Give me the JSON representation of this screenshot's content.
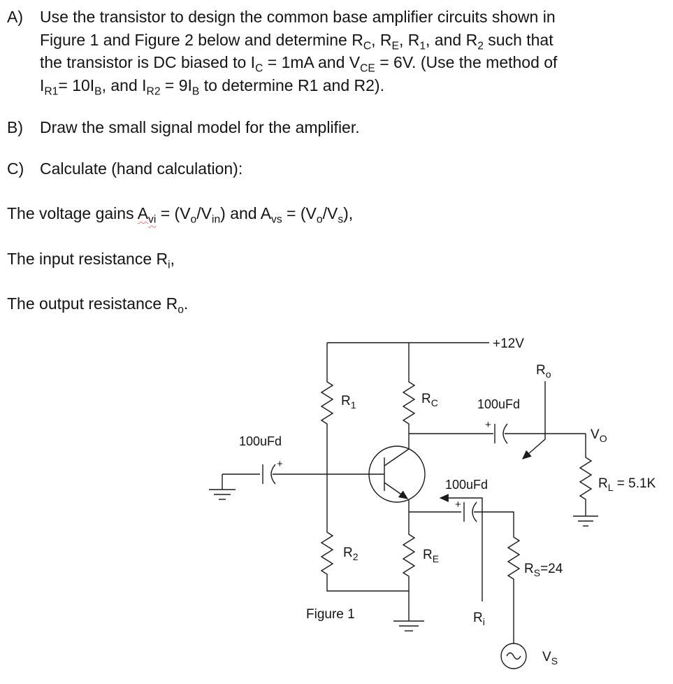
{
  "doc": {
    "items": [
      {
        "marker": "A)",
        "lines": [
          [
            [
              "t",
              "Use the transistor to design the common base amplifier circuits shown in"
            ]
          ],
          [
            [
              "t",
              "Figure 1 and Figure 2 below and determine R"
            ],
            [
              "s",
              "C"
            ],
            [
              "t",
              ", R"
            ],
            [
              "s",
              "E"
            ],
            [
              "t",
              ", R"
            ],
            [
              "s",
              "1"
            ],
            [
              "t",
              ", and R"
            ],
            [
              "s",
              "2"
            ],
            [
              "t",
              " such that"
            ]
          ],
          [
            [
              "t",
              "the transistor is DC biased to I"
            ],
            [
              "s",
              "C"
            ],
            [
              "t",
              " = 1mA and V"
            ],
            [
              "s",
              "CE"
            ],
            [
              "t",
              " = 6V. (Use the method of"
            ]
          ],
          [
            [
              "t",
              "I"
            ],
            [
              "s",
              "R1"
            ],
            [
              "t",
              "= 10I"
            ],
            [
              "s",
              "B"
            ],
            [
              "t",
              ", and I"
            ],
            [
              "s",
              "R2"
            ],
            [
              "t",
              " = 9I"
            ],
            [
              "s",
              "B"
            ],
            [
              "t",
              " to determine R1 and R2)."
            ]
          ]
        ]
      },
      {
        "marker": "B)",
        "lines": [
          [
            [
              "t",
              "Draw the small signal model for the amplifier."
            ]
          ]
        ]
      },
      {
        "marker": "C)",
        "lines": [
          [
            [
              "t",
              "Calculate (hand calculation):"
            ]
          ]
        ]
      }
    ],
    "paragraphs": [
      [
        [
          "t",
          "The voltage gains "
        ],
        [
          "t",
          "A",
          "misspell"
        ],
        [
          "s",
          "vi",
          "misspell"
        ],
        [
          "t",
          " = (V"
        ],
        [
          "s",
          "o"
        ],
        [
          "t",
          "/V"
        ],
        [
          "s",
          "in"
        ],
        [
          "t",
          ") and A"
        ],
        [
          "s",
          "vs"
        ],
        [
          "t",
          " = (V"
        ],
        [
          "s",
          "o"
        ],
        [
          "t",
          "/V"
        ],
        [
          "s",
          "s"
        ],
        [
          "t",
          "),"
        ]
      ],
      [
        [
          "t",
          "The input resistance R"
        ],
        [
          "s",
          "i"
        ],
        [
          "t",
          ","
        ]
      ],
      [
        [
          "t",
          "The output resistance R"
        ],
        [
          "s",
          "o"
        ],
        [
          "t",
          "."
        ]
      ]
    ]
  },
  "figure": {
    "caption": "Figure 1",
    "supply_label": "+12V",
    "plus": "+",
    "cap_input_value": "100uFd",
    "cap_output_value": "100uFd",
    "cap_emitter_value": "100uFd",
    "r1": {
      "main": "R",
      "sub": "1"
    },
    "r2": {
      "main": "R",
      "sub": "2"
    },
    "rc": {
      "main": "R",
      "sub": "C"
    },
    "re": {
      "main": "R",
      "sub": "E"
    },
    "rl": {
      "main": "R",
      "sub": "L",
      "rest": " = 5.1K"
    },
    "rs": {
      "main": "R",
      "sub": "S",
      "rest": "=24"
    },
    "ro": {
      "main": "R",
      "sub": "o"
    },
    "ri": {
      "main": "R",
      "sub": "i"
    },
    "vo": {
      "main": "V",
      "sub": "O"
    },
    "vs": {
      "main": "V",
      "sub": "S"
    }
  }
}
